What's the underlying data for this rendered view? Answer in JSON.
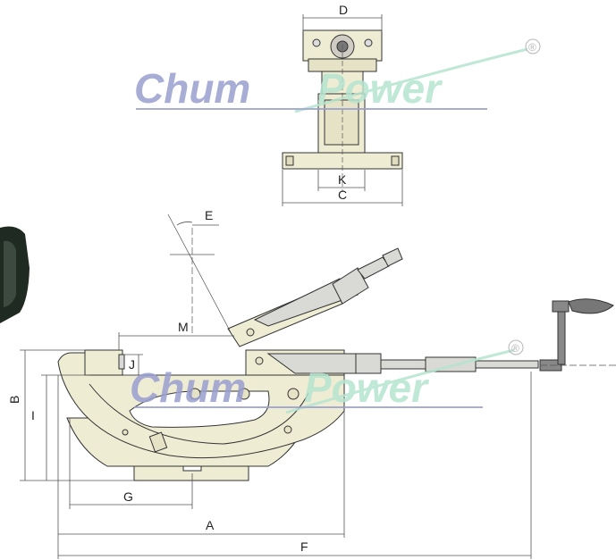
{
  "brand": {
    "word_chum": "Chum",
    "word_power": "Power",
    "registered": "®"
  },
  "dimensions": {
    "D": "D",
    "K": "K",
    "C": "C",
    "E": "E",
    "M": "M",
    "J": "J",
    "B": "B",
    "I": "I",
    "G": "G",
    "A": "A",
    "F": "F"
  },
  "colors": {
    "part_fill": "#efecd4",
    "part_stroke": "#333333",
    "slider_fill": "#d9d9d6",
    "crank": "#777777",
    "wm_purple": "#9a9fd0",
    "wm_green": "#b6e4cf",
    "dim_line": "#555555",
    "dark_body": "#1f2a22"
  }
}
